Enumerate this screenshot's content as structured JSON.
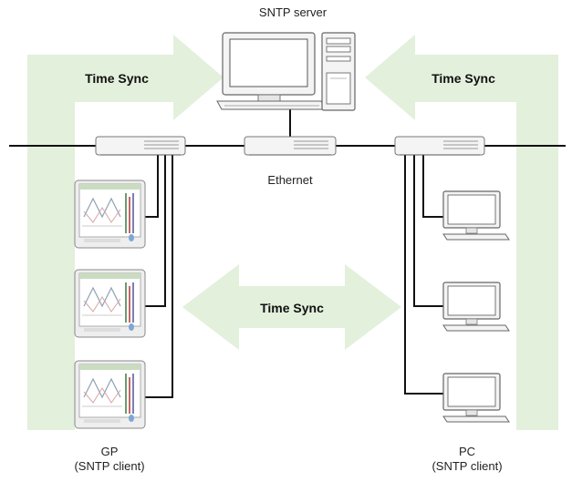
{
  "labels": {
    "server": "SNTP server",
    "ethernet": "Ethernet",
    "sync_left": "Time Sync",
    "sync_right": "Time Sync",
    "sync_center": "Time Sync",
    "gp_name": "GP",
    "gp_role": "(SNTP client)",
    "pc_name": "PC",
    "pc_role": "(SNTP client)"
  },
  "colors": {
    "arrow_fill": "#e3f0dc",
    "line": "#111111",
    "device_fill": "#f4f4f4",
    "device_stroke": "#777777",
    "screen_green": "#c9dcc0"
  }
}
